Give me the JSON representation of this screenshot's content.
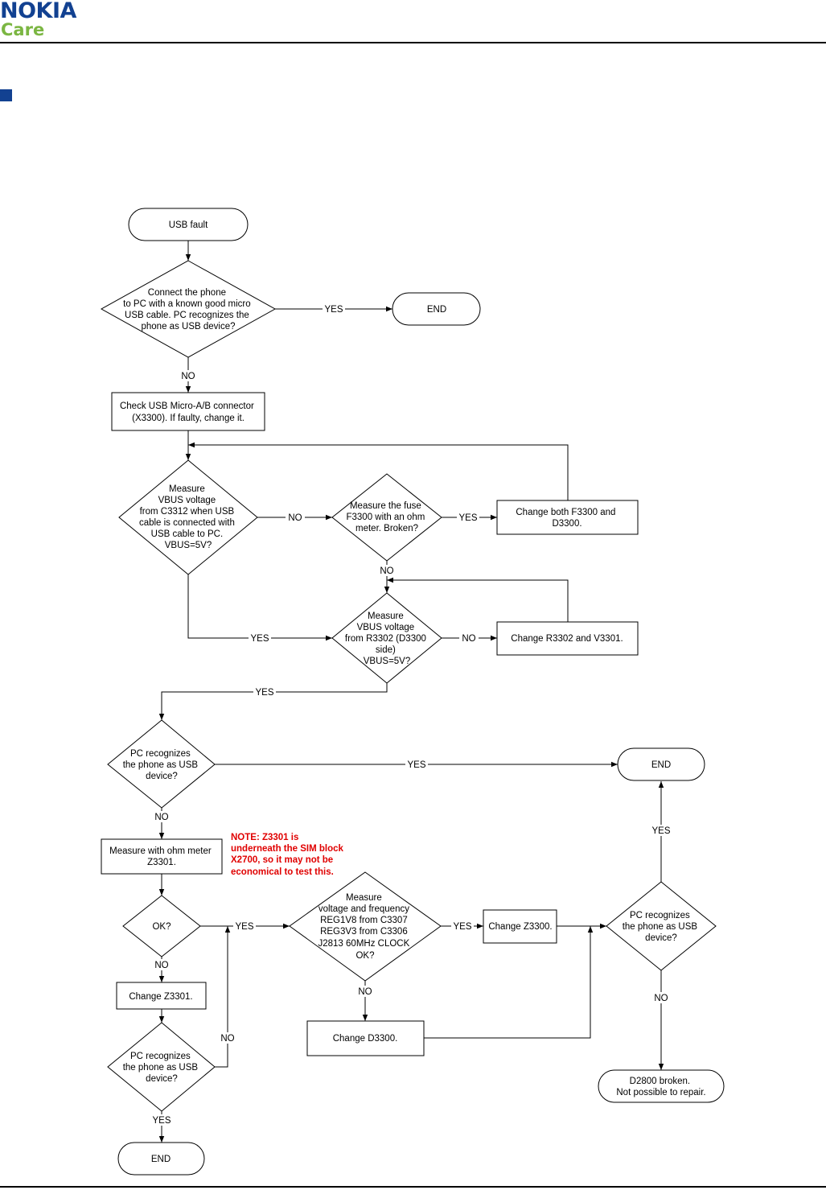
{
  "header": {
    "brand": "NOKIA",
    "sub_brand": "Care",
    "brand_color": "#124191",
    "sub_brand_color": "#7bb642"
  },
  "section_marker_color": "#124191",
  "flowchart": {
    "start": "USB fault",
    "q_connect": [
      "Connect the phone",
      "to PC with a known good micro",
      "USB cable. PC recognizes the",
      "phone as USB device?"
    ],
    "end_top": "END",
    "check_connector": [
      "Check USB Micro-A/B connector",
      "(X3300). If faulty, change it."
    ],
    "q_vbus_c3312": [
      "Measure",
      "VBUS voltage",
      "from C3312 when USB",
      "cable is connected with",
      "USB cable to PC.",
      "VBUS=5V?"
    ],
    "q_fuse": [
      "Measure the fuse",
      "F3300 with an ohm",
      "meter. Broken?"
    ],
    "change_f3300": [
      "Change both F3300 and",
      "D3300."
    ],
    "q_vbus_r3302": [
      "Measure",
      "VBUS voltage",
      "from R3302 (D3300",
      "side)",
      "VBUS=5V?"
    ],
    "change_r3302": "Change R3302 and V3301.",
    "q_pc_recognizes_1": [
      "PC recognizes",
      "the phone as USB",
      "device?"
    ],
    "end_right": "END",
    "measure_z3301": [
      "Measure with ohm meter",
      "Z3301."
    ],
    "note": [
      "NOTE: Z3301 is",
      "underneath the SIM block",
      "X2700, so it may not be",
      "economical to test this."
    ],
    "q_ok": "OK?",
    "q_voltage_freq": [
      "Measure",
      "voltage and frequency",
      "REG1V8 from C3307",
      "REG3V3 from C3306",
      "J2813 60MHz CLOCK",
      "OK?"
    ],
    "change_z3300": "Change Z3300.",
    "q_pc_recognizes_2": [
      "PC recognizes",
      "the phone as USB",
      "device?"
    ],
    "change_z3301": "Change Z3301.",
    "change_d3300": "Change D3300.",
    "q_pc_recognizes_3": [
      "PC recognizes",
      "the phone as USB",
      "device?"
    ],
    "end_bottom": "END",
    "d2800": [
      "D2800 broken.",
      "Not possible to repair."
    ],
    "yes": "YES",
    "no": "NO"
  }
}
